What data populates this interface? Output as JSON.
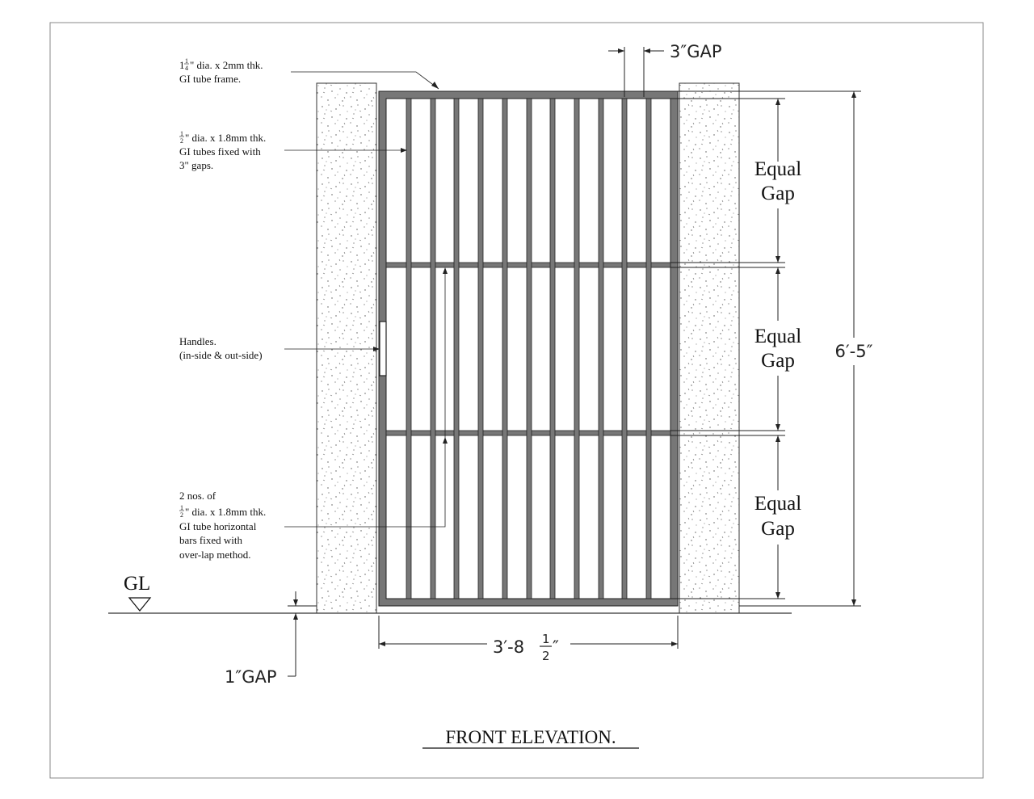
{
  "drawing": {
    "title": "FRONT ELEVATION.",
    "ground_label": "GL",
    "dimensions": {
      "top_gap": "3″GAP",
      "bottom_gap": "1″GAP",
      "height": "6′-5″",
      "width_main": "3′-8",
      "width_frac_num": "1",
      "width_frac_den": "2",
      "width_tick": "″"
    },
    "equal_gaps": [
      {
        "line1": "Equal",
        "line2": "Gap"
      },
      {
        "line1": "Equal",
        "line2": "Gap"
      },
      {
        "line1": "Equal",
        "line2": "Gap"
      }
    ],
    "notes": {
      "frame": {
        "pre": "1",
        "frac_num": "1",
        "frac_den": "4",
        "line1": "\" dia. x 2mm thk.",
        "line2": "GI  tube frame."
      },
      "tubes": {
        "frac_num": "1",
        "frac_den": "2",
        "line1": "\" dia. x 1.8mm thk.",
        "line2": "GI tubes fixed with",
        "line3": "3\" gaps."
      },
      "handles": {
        "line1": "Handles.",
        "line2": "(in-side & out-side)"
      },
      "bars": {
        "line1": "2 nos. of",
        "frac_num": "1",
        "frac_den": "2",
        "line2": "\" dia. x 1.8mm thk.",
        "line3": "GI tube horizontal",
        "line4": "bars fixed with",
        "line5": "over-lap method."
      }
    }
  }
}
